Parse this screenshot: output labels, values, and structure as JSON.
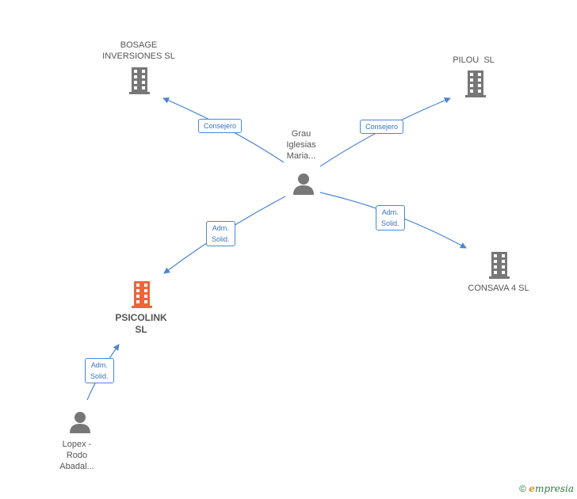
{
  "nodes": {
    "bosage": {
      "label_line1": "BOSAGE",
      "label_line2": "INVERSIONES SL"
    },
    "pilou": {
      "label": "PILOU  SL"
    },
    "consava": {
      "label": "CONSAVA 4 SL"
    },
    "psicolink": {
      "label_line1": "PSICOLINK",
      "label_line2": "SL"
    },
    "grau": {
      "label_line1": "Grau",
      "label_line2": "Iglesias",
      "label_line3": "Maria..."
    },
    "lopex": {
      "label_line1": "Lopex -",
      "label_line2": "Rodo",
      "label_line3": "Abadal..."
    }
  },
  "edges": {
    "grau_bosage": {
      "label": "Consejero"
    },
    "grau_pilou": {
      "label": "Consejero"
    },
    "grau_consava": {
      "label_line1": "Adm.",
      "label_line2": "Solid."
    },
    "grau_psicolink": {
      "label_line1": "Adm.",
      "label_line2": "Solid."
    },
    "lopex_psicolink": {
      "label_line1": "Adm.",
      "label_line2": "Solid."
    }
  },
  "footer": {
    "copyright_symbol": "©",
    "brand_initial": "e",
    "brand_rest": "mpresia"
  },
  "colors": {
    "edge": "#4a86d4",
    "company_icon": "#777777",
    "focus_icon": "#f0643a",
    "person_icon": "#777777"
  }
}
